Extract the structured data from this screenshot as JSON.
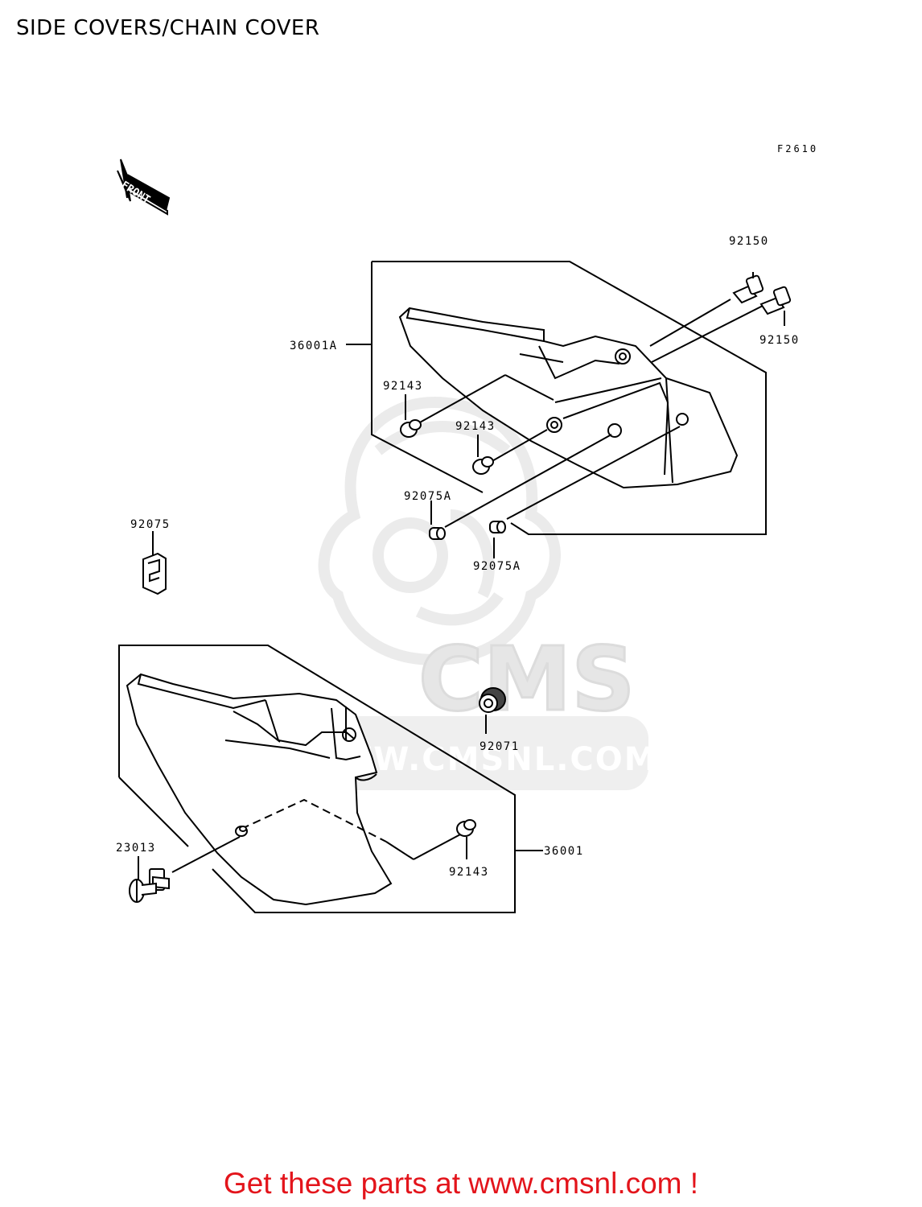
{
  "header": {
    "title": "SIDE COVERS/CHAIN COVER",
    "figure_code": "F2610"
  },
  "orientation": {
    "label": "FRONT"
  },
  "parts": {
    "p92150_top": "92150",
    "p92150_right": "92150",
    "p36001A": "36001A",
    "p92143_a": "92143",
    "p92143_b": "92143",
    "p92075A_top": "92075A",
    "p92075A_bottom": "92075A",
    "p92075": "92075",
    "p92071": "92071",
    "p23013": "23013",
    "p92143_c": "92143",
    "p36001": "36001"
  },
  "watermark": {
    "brand": "CMS",
    "url": "WWW.CMSNL.COM"
  },
  "footer": {
    "text": "Get these parts at www.cmsnl.com !"
  },
  "colors": {
    "footer": "#e3141b",
    "line": "#000000",
    "watermark": "#e6e6e6"
  }
}
